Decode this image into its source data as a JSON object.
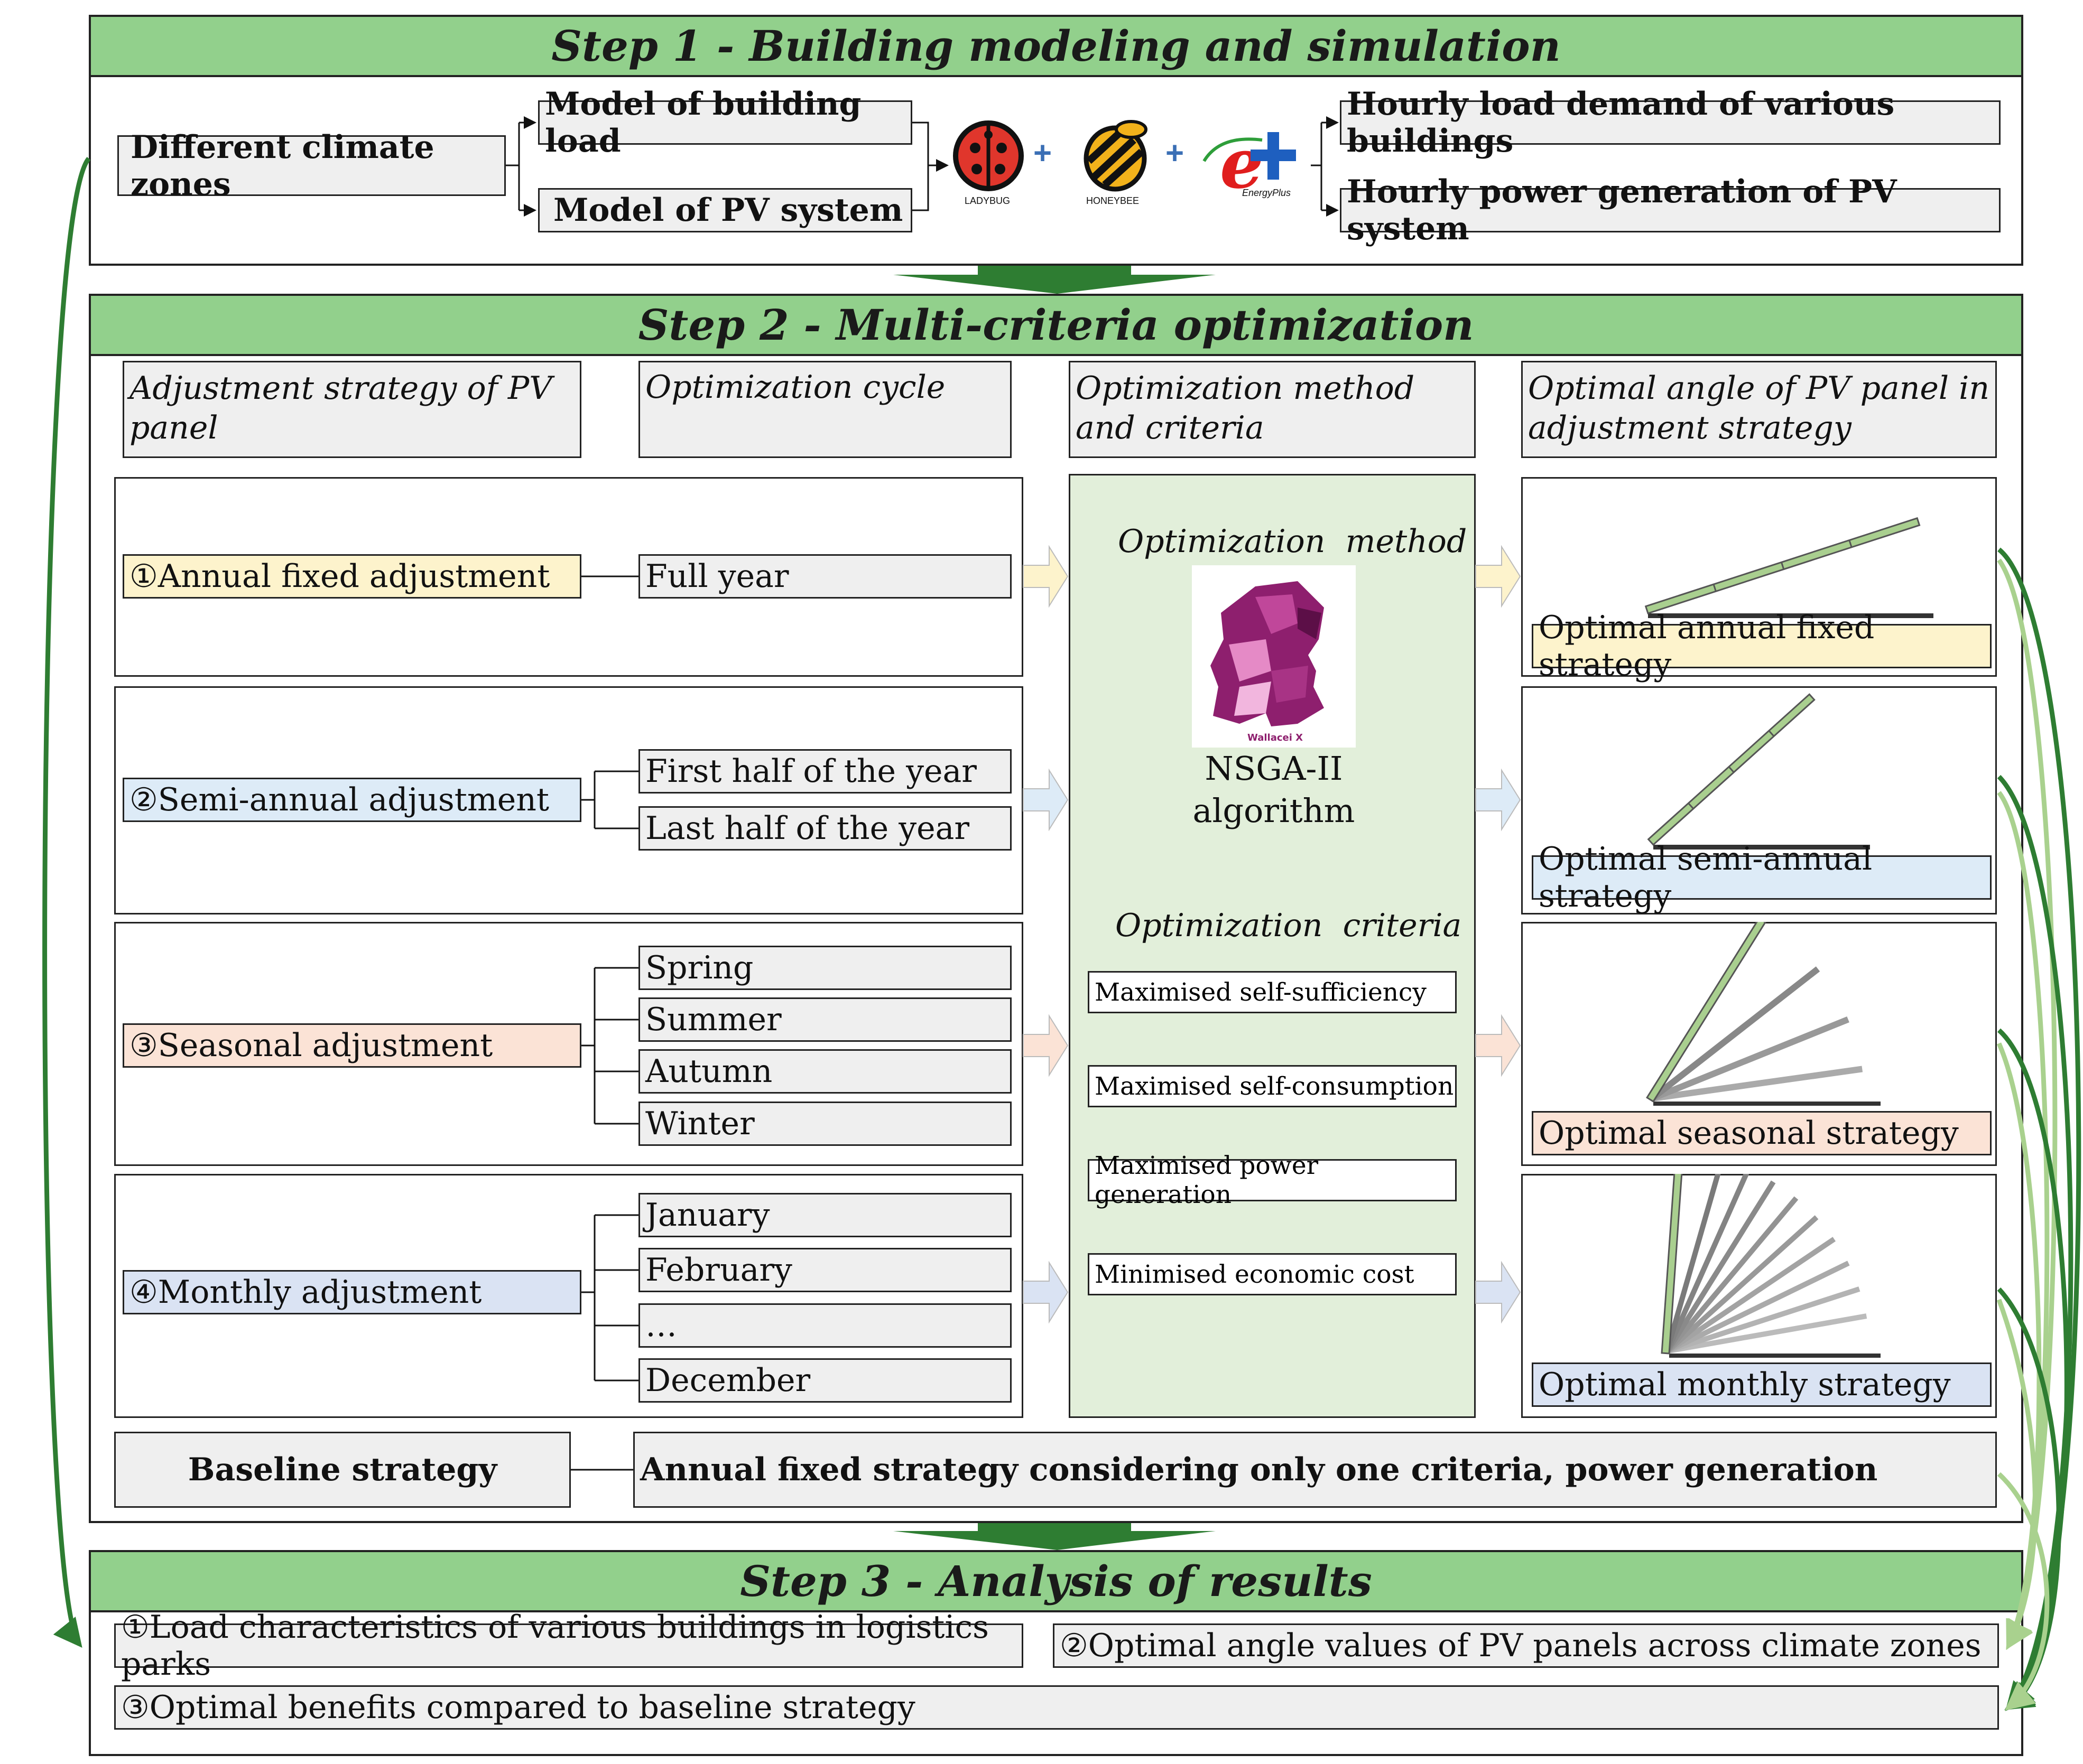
{
  "step1": {
    "title": "Step 1 - Building modeling and simulation",
    "climate": "Different climate zones",
    "model_load": "Model of building load",
    "model_pv": "Model of PV system",
    "tools": {
      "ladybug": "LADYBUG",
      "honeybee": "HONEYBEE",
      "energyplus": "EnergyPlus",
      "plus": "+"
    },
    "out_load": "Hourly load demand of various buildings",
    "out_pv": "Hourly power generation of PV system"
  },
  "step2": {
    "title": "Step 2 - Multi-criteria optimization",
    "col_headers": [
      "Adjustment strategy of PV panel",
      "Optimization cycle",
      "Optimization method and criteria",
      "Optimal angle of PV panel in adjustment strategy"
    ],
    "strategies": [
      {
        "label": "①Annual fixed adjustment",
        "color": "#fdf3cc",
        "cycles": [
          "Full year"
        ],
        "result": "Optimal annual fixed strategy"
      },
      {
        "label": "②Semi-annual adjustment",
        "color": "#ddebf7",
        "cycles": [
          "First half of the year",
          "Last half of the year"
        ],
        "result": "Optimal semi-annual strategy"
      },
      {
        "label": "③Seasonal adjustment",
        "color": "#fbe3d6",
        "cycles": [
          "Spring",
          "Summer",
          "Autumn",
          "Winter"
        ],
        "result": "Optimal seasonal strategy"
      },
      {
        "label": "④Monthly adjustment",
        "color": "#dae3f3",
        "cycles": [
          "January",
          "February",
          "…",
          "December"
        ],
        "result": "Optimal monthly strategy"
      }
    ],
    "method_title": "Optimization  method",
    "method_logo": "Wallacei X",
    "method_name": "NSGA-II algorithm",
    "criteria_title": "Optimization  criteria",
    "criteria": [
      "Maximised self-sufficiency",
      "Maximised self-consumption",
      "Maximised power generation",
      "Minimised economic cost"
    ],
    "baseline_label": "Baseline strategy",
    "baseline_desc": "Annual fixed strategy considering only one criteria, power generation"
  },
  "step3": {
    "title": "Step 3 - Analysis of results",
    "results": [
      "①Load characteristics of various buildings in logistics parks",
      "②Optimal angle values of PV panels across climate zones",
      "③Optimal benefits compared to baseline strategy"
    ]
  },
  "colors": {
    "header_green": "#92d08c",
    "method_panel": "#e2efda",
    "arrow_dark": "#2e7d32",
    "arrow_light": "#a9d18e"
  }
}
